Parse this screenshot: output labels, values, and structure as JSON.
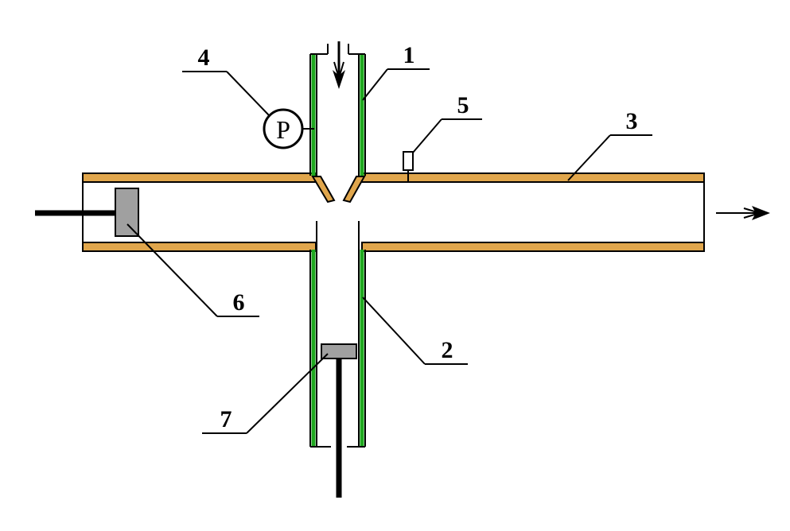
{
  "diagram": {
    "labels": {
      "l1": "1",
      "l2": "2",
      "l3": "3",
      "l4": "4",
      "l5": "5",
      "l6": "6",
      "l7": "7"
    },
    "gauge_letter": "P"
  },
  "colors": {
    "tube_fill": "#E0A64C",
    "tube_outline": "#000000",
    "vertical_wall": "#1FA81F",
    "piston": "#A0A0A0",
    "line": "#000000",
    "background": "#FFFFFF"
  },
  "icons": {
    "inflow": "arrow-down-icon",
    "outflow": "arrow-right-icon",
    "gauge": "pressure-gauge-icon"
  }
}
